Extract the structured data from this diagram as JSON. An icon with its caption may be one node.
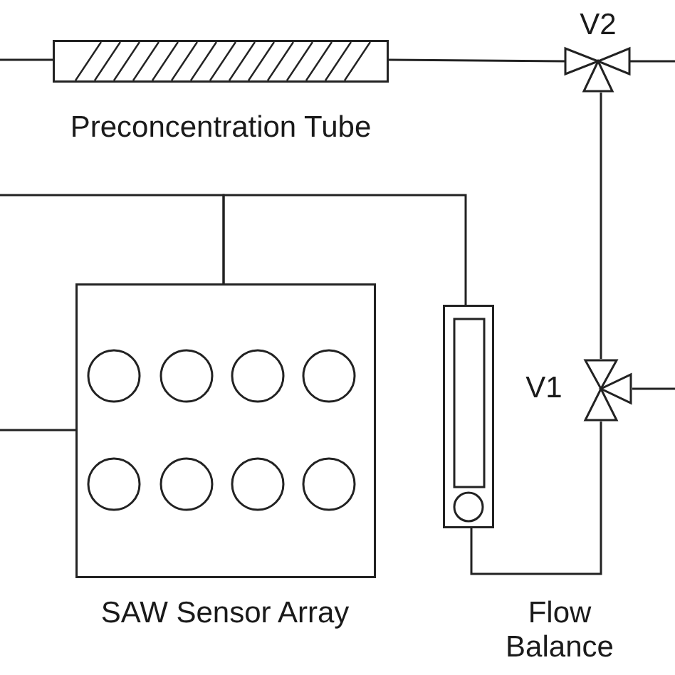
{
  "diagram": {
    "nodes": [
      {
        "text": [
          "Preconcentration Tube"
        ]
      },
      {
        "text": [
          "V2"
        ]
      },
      {
        "text": [
          "SAW Sensor Array"
        ]
      },
      {
        "text": [
          "Flow Balance"
        ]
      },
      {
        "text": [
          "V1"
        ]
      }
    ],
    "edges": [
      {
        "from": null,
        "to": 0,
        "arrow": "none"
      },
      {
        "from": 0,
        "to": 1,
        "arrow": "none"
      },
      {
        "from": 1,
        "to": null,
        "arrow": "none"
      },
      {
        "from": 1,
        "to": 4,
        "arrow": "none"
      },
      {
        "from": null,
        "to": 2,
        "arrow": "none"
      },
      {
        "from": 2,
        "to": 3,
        "arrow": "none"
      },
      {
        "from": null,
        "to": 2,
        "arrow": "none"
      },
      {
        "from": 3,
        "to": 4,
        "arrow": "none"
      },
      {
        "from": 4,
        "to": null,
        "arrow": "none"
      }
    ]
  }
}
